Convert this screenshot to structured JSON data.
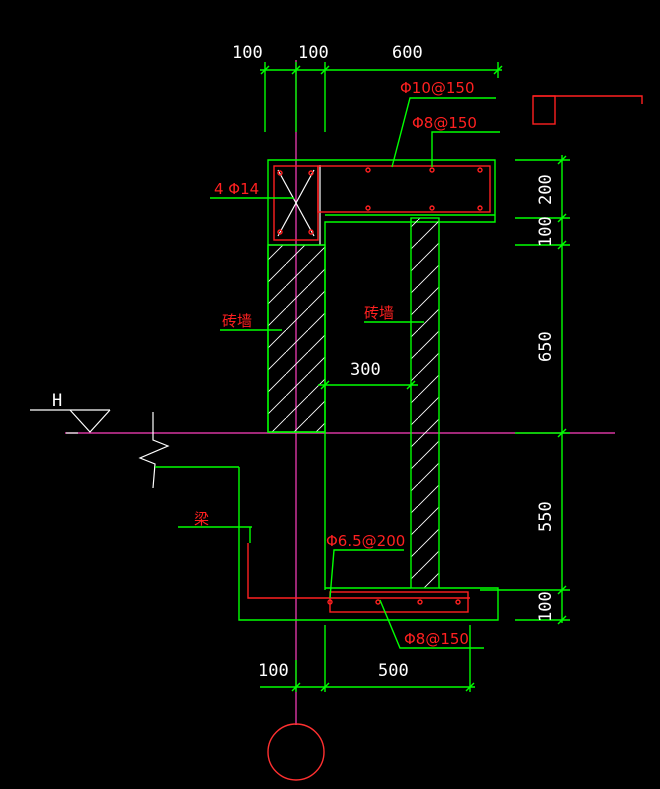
{
  "top_dims": {
    "d1": "100",
    "d2": "100",
    "d3": "600"
  },
  "rebar_labels": {
    "top_bar_1": "Φ10@150",
    "top_bar_2": "Φ8@150",
    "corner_bars": "4 Φ14",
    "bottom_bar_1": "Φ6.5@200",
    "bottom_bar_2": "Φ8@150"
  },
  "material_labels": {
    "wall_left": "砖墙",
    "wall_right": "砖墙",
    "beam": "梁"
  },
  "inner_width": "300",
  "level_mark": "H",
  "right_dims": {
    "d1": "200",
    "d2": "100",
    "d3": "650",
    "d4": "550",
    "d5": "100"
  },
  "bottom_dims": {
    "d1": "100",
    "d2": "500"
  },
  "colors": {
    "outline": "#00ff00",
    "rebar": "#ff2020",
    "axis": "#ff40c0",
    "text": "#ffffff"
  }
}
